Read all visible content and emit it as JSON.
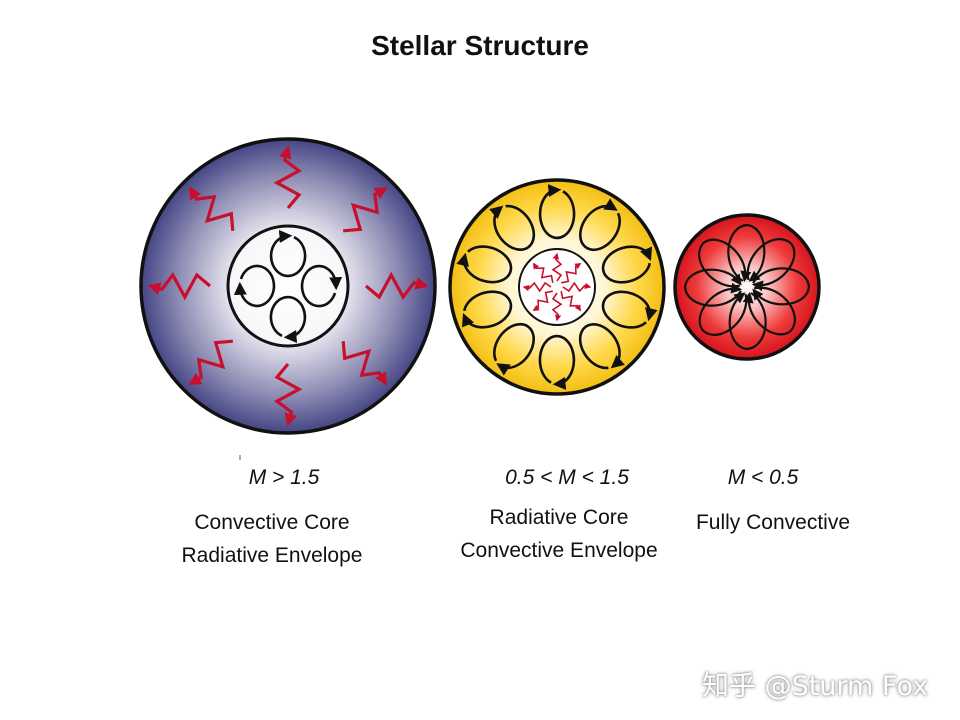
{
  "title": "Stellar Structure",
  "stars": [
    {
      "mass_label": "M > 1.5",
      "line1": "Convective Core",
      "line2": "Radiative Envelope"
    },
    {
      "mass_label": "0.5 < M < 1.5",
      "line1": "Radiative Core",
      "line2": "Convective Envelope"
    },
    {
      "mass_label": "M < 0.5",
      "line1": "Fully Convective",
      "line2": ""
    }
  ],
  "watermark": "知乎 @Sturm Fox",
  "colors": {
    "massive_star": "#4a4a88",
    "solar_star": "#f2c21b",
    "red_dwarf": "#e01820",
    "radiation_arrow": "#c8102e",
    "convection_arrow": "#111111"
  }
}
